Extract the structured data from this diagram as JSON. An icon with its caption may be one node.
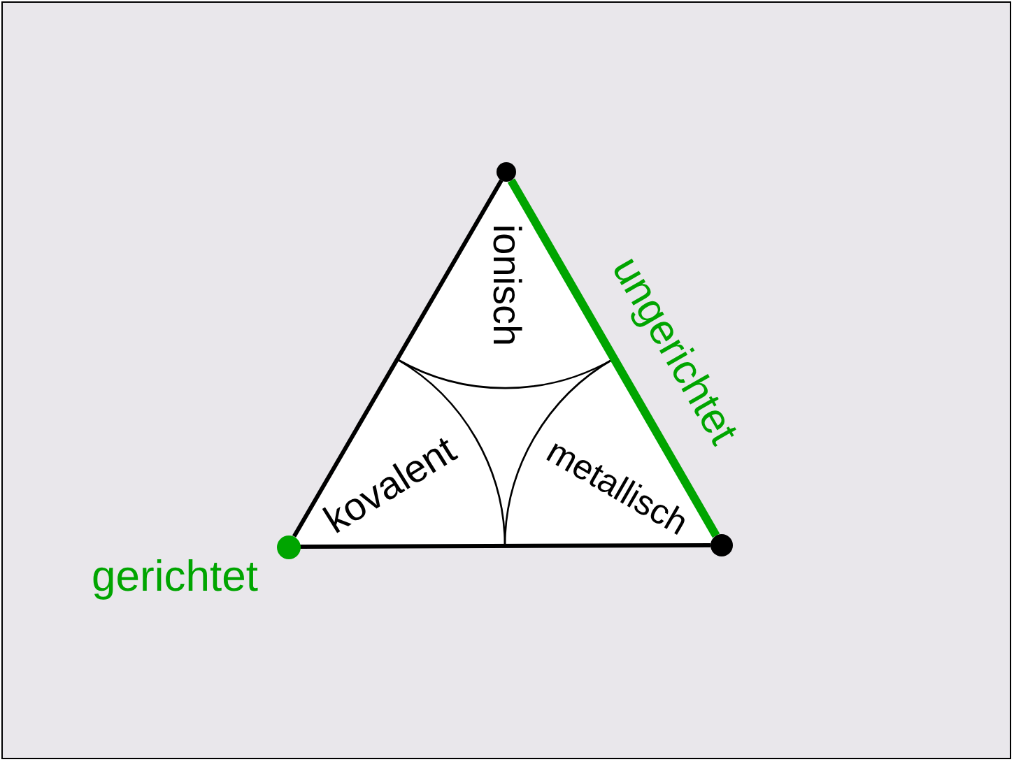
{
  "diagram": {
    "nodes": [
      {
        "text": [],
        "shape": "circle",
        "beside": [
          "gerichtet"
        ]
      },
      {
        "text": [],
        "shape": "circle"
      },
      {
        "text": [],
        "shape": "circle"
      }
    ],
    "edges": [
      {
        "from": 0,
        "to": 1,
        "arrow": "none"
      },
      {
        "from": 0,
        "to": 2,
        "arrow": "none"
      },
      {
        "from": 1,
        "to": 2,
        "arrow": "none",
        "label": "ungerichtet",
        "style": "thick",
        "color": "#00a500"
      }
    ],
    "labels": [
      "ionisch",
      "kovalent",
      "metallisch"
    ]
  }
}
